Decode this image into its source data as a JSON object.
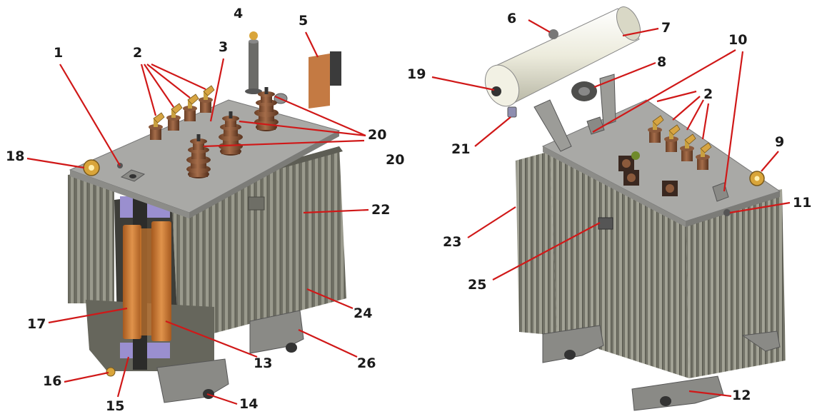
{
  "colors": {
    "leader": "#d01818",
    "label": "#1a1a1a",
    "tank": "#75756a",
    "fin": "#8a8a7e",
    "cover": "#a9a9a6",
    "bushing": "#8b5a3c",
    "copper": "#c8762e",
    "brass": "#d9a53a",
    "conservator": "#ecebdc",
    "clamp": "#9a8fcf"
  },
  "callouts": [
    {
      "id": "1",
      "text": "1"
    },
    {
      "id": "2a",
      "text": "2"
    },
    {
      "id": "3",
      "text": "3"
    },
    {
      "id": "4",
      "text": "4"
    },
    {
      "id": "5",
      "text": "5"
    },
    {
      "id": "6",
      "text": "6"
    },
    {
      "id": "7",
      "text": "7"
    },
    {
      "id": "8",
      "text": "8"
    },
    {
      "id": "9",
      "text": "9"
    },
    {
      "id": "10",
      "text": "10"
    },
    {
      "id": "11",
      "text": "11"
    },
    {
      "id": "12",
      "text": "12"
    },
    {
      "id": "13",
      "text": "13"
    },
    {
      "id": "14",
      "text": "14"
    },
    {
      "id": "15",
      "text": "15"
    },
    {
      "id": "16",
      "text": "16"
    },
    {
      "id": "17",
      "text": "17"
    },
    {
      "id": "18",
      "text": "18"
    },
    {
      "id": "19",
      "text": "19"
    },
    {
      "id": "20",
      "text": "20"
    },
    {
      "id": "20b",
      "text": "20"
    },
    {
      "id": "21",
      "text": "21"
    },
    {
      "id": "22",
      "text": "22"
    },
    {
      "id": "23",
      "text": "23"
    },
    {
      "id": "24",
      "text": "24"
    },
    {
      "id": "25",
      "text": "25"
    },
    {
      "id": "26",
      "text": "26"
    },
    {
      "id": "2b",
      "text": "2"
    }
  ]
}
